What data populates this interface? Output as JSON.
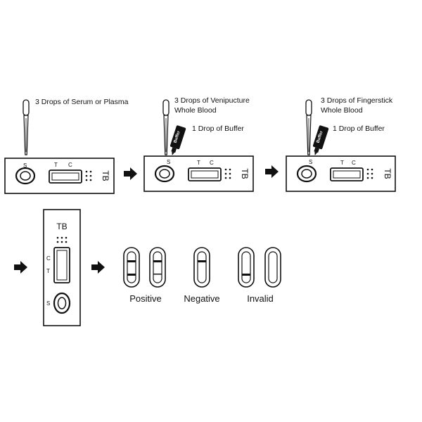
{
  "steps": [
    {
      "label_line1": "3 Drops of Serum or Plasma",
      "label_line2": ""
    },
    {
      "label_line1": "3 Drops of Venipucture",
      "label_line2": "Whole Blood",
      "buffer_label": "1 Drop of Buffer"
    },
    {
      "label_line1": "3 Drops of Fingerstick",
      "label_line2": "Whole Blood",
      "buffer_label": "1 Drop of Buffer"
    }
  ],
  "cassette": {
    "name": "TB",
    "control_mark": "C",
    "test_mark": "T",
    "sample_mark": "S",
    "buffer_bottle_text": "Buffer"
  },
  "results": {
    "positive": "Positive",
    "negative": "Negative",
    "invalid": "Invalid"
  }
}
